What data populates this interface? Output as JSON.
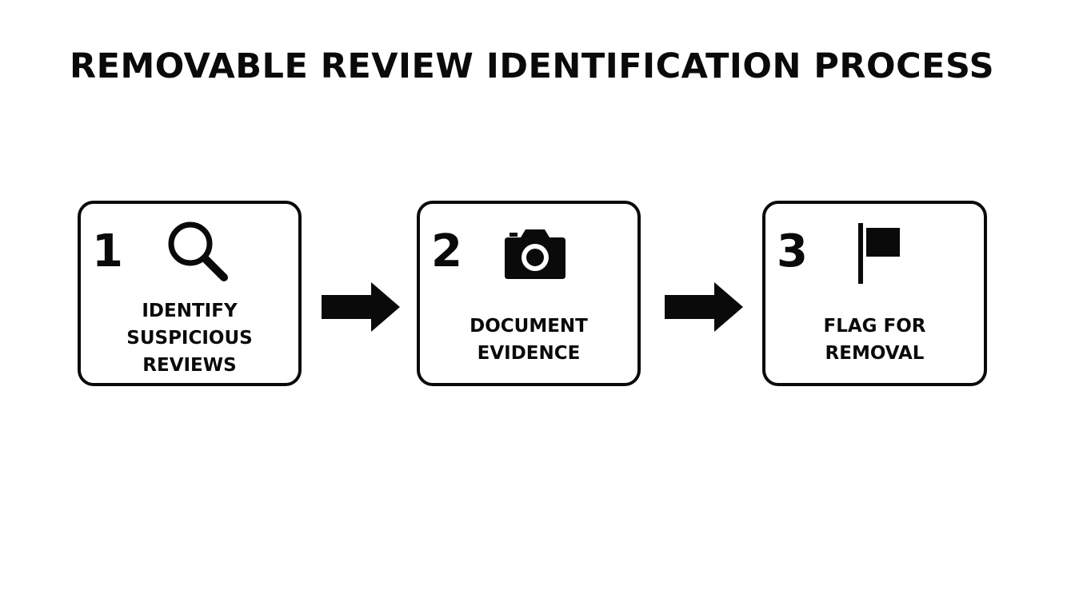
{
  "title": "REMOVABLE REVIEW IDENTIFICATION PROCESS",
  "steps": [
    {
      "number": "1",
      "icon": "magnifying-glass-icon",
      "label_lines": [
        "IDENTIFY",
        "SUSPICIOUS",
        "REVIEWS"
      ]
    },
    {
      "number": "2",
      "icon": "camera-icon",
      "label_lines": [
        "DOCUMENT",
        "EVIDENCE"
      ]
    },
    {
      "number": "3",
      "icon": "flag-icon",
      "label_lines": [
        "FLAG FOR",
        "REMOVAL"
      ]
    }
  ],
  "colors": {
    "ink": "#0a0a0a",
    "background": "#ffffff"
  }
}
